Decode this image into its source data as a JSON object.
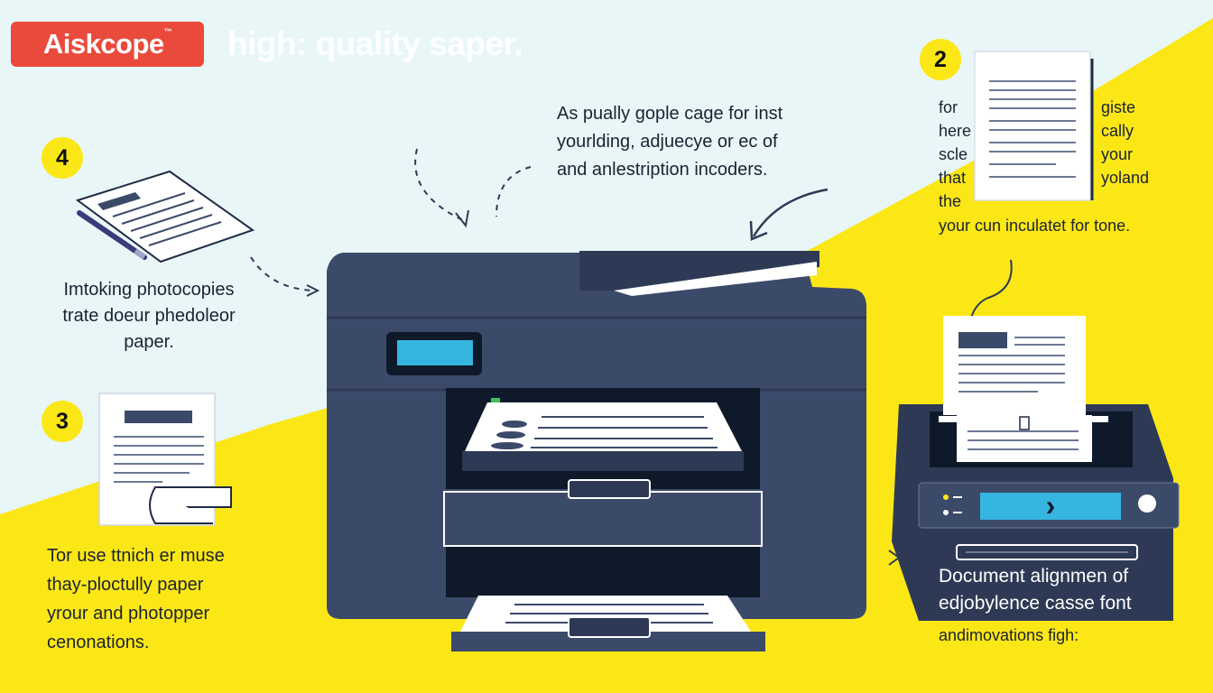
{
  "header": {
    "logo_text": "Aiskcope",
    "logo_mark": "™",
    "headline": "high: quality saper."
  },
  "steps": [
    {
      "number": "4",
      "lines": [
        "Imtoking photocopies",
        "trate doeur phedoleor",
        "paper."
      ]
    },
    {
      "number": "3",
      "lines": [
        "Tor use ttnich er muse",
        "thay-ploctully paper",
        "yrour and photopper",
        "cenonations."
      ]
    },
    {
      "number": "2",
      "left_words": [
        "for",
        "here",
        "scle",
        "that",
        "the"
      ],
      "right_words": [
        "giste",
        "cally",
        "your",
        "yoland"
      ],
      "caption": "your cun inculatet for tone."
    }
  ],
  "top_center_text": [
    "As pually gople cage for inst",
    "yourlding, adjuecye or ec of",
    "and anlestription incoders."
  ],
  "right_bottom_text": [
    "Document alignmen of",
    "edjobylence casse font"
  ],
  "bottom_right_caption": "andimovations figh:",
  "small_device_button_glyph": "›",
  "colors": {
    "background": "#e8f6f8",
    "yellow": "#fbe716",
    "logo_red": "#ea4a3c",
    "printer_navy": "#3c4a6a",
    "printer_dark": "#2e3a55",
    "screen_blue": "#35b6e0",
    "text_dark": "#1b2333"
  },
  "icons": [
    "pen-icon",
    "document-icon",
    "paper-stack-icon",
    "arrow-icon"
  ]
}
